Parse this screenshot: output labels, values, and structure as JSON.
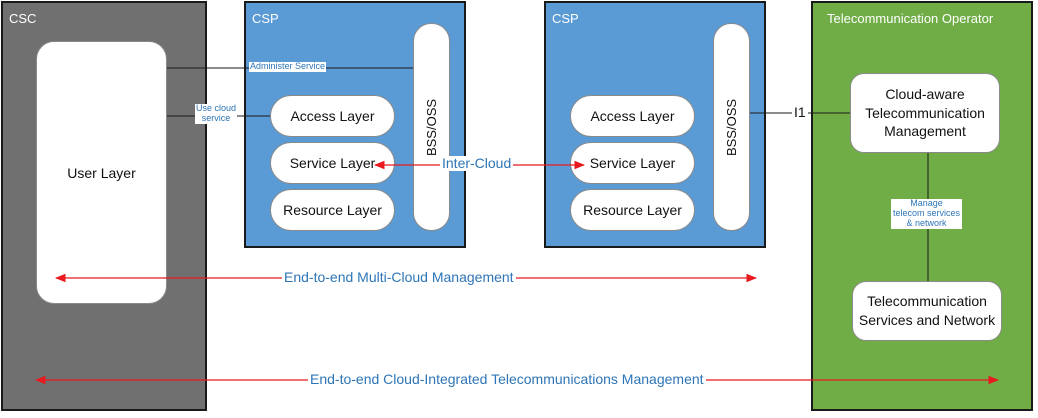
{
  "csc": {
    "title": "CSC",
    "user_layer": "User Layer"
  },
  "csp1": {
    "title": "CSP",
    "layers": [
      "Access Layer",
      "Service Layer",
      "Resource Layer"
    ],
    "bss": "BSS/OSS"
  },
  "csp2": {
    "title": "CSP",
    "layers": [
      "Access Layer",
      "Service Layer",
      "Resource Layer"
    ],
    "bss": "BSS/OSS"
  },
  "operator": {
    "title": "Telecommunication Operator",
    "mgmt": "Cloud-aware Telecommunication Management",
    "services": "Telecommunication Services and Network"
  },
  "connectors": {
    "administer": "Administer Service",
    "use_cloud_1": "Use cloud",
    "use_cloud_2": "service",
    "inter_cloud": "Inter-Cloud",
    "i1": "I1",
    "manage_1": "Manage",
    "manage_2": "telecom services",
    "manage_3": "& network",
    "multi_cloud": "End-to-end Multi-Cloud Management",
    "cloud_integrated": "End-to-end Cloud-Integrated Telecommunications Management"
  },
  "colors": {
    "csc": "#707070",
    "csp": "#5b9bd5",
    "operator": "#70ad47",
    "arrow": "#e8191f",
    "label": "#2e75b6"
  }
}
